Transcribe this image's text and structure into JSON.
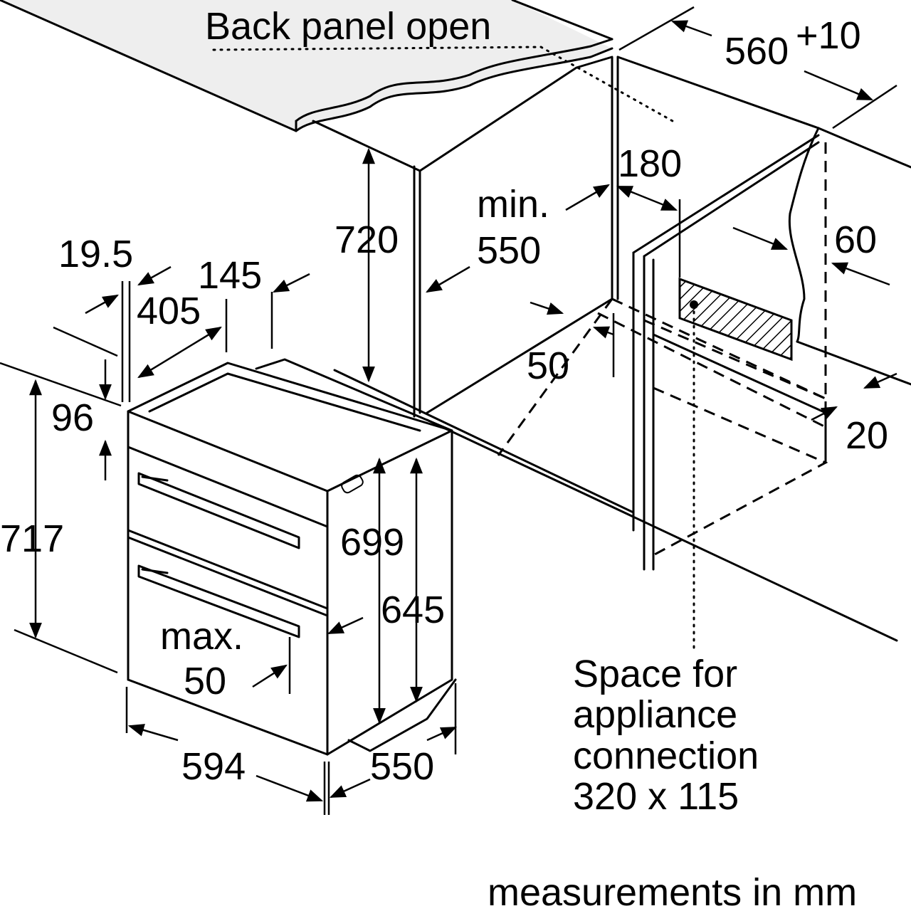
{
  "notes": {
    "back_panel": "Back panel open",
    "connection_line1": "Space for",
    "connection_line2": "appliance",
    "connection_line3": "connection",
    "connection_line4": "320 x 115",
    "units": "measurements in mm"
  },
  "dimensions": {
    "niche_width": "560",
    "niche_tolerance": "+10",
    "niche_height": "720",
    "min_depth_1": "min.",
    "min_depth_2": "550",
    "gap_180": "180",
    "gap_60": "60",
    "gap_50": "50",
    "gap_20": "20",
    "top_19_5": "19.5",
    "top_145": "145",
    "top_405": "405",
    "front_96": "96",
    "height_717": "717",
    "height_699": "699",
    "height_645": "645",
    "door_max_1": "max.",
    "door_max_2": "50",
    "width_594": "594",
    "depth_550": "550"
  }
}
